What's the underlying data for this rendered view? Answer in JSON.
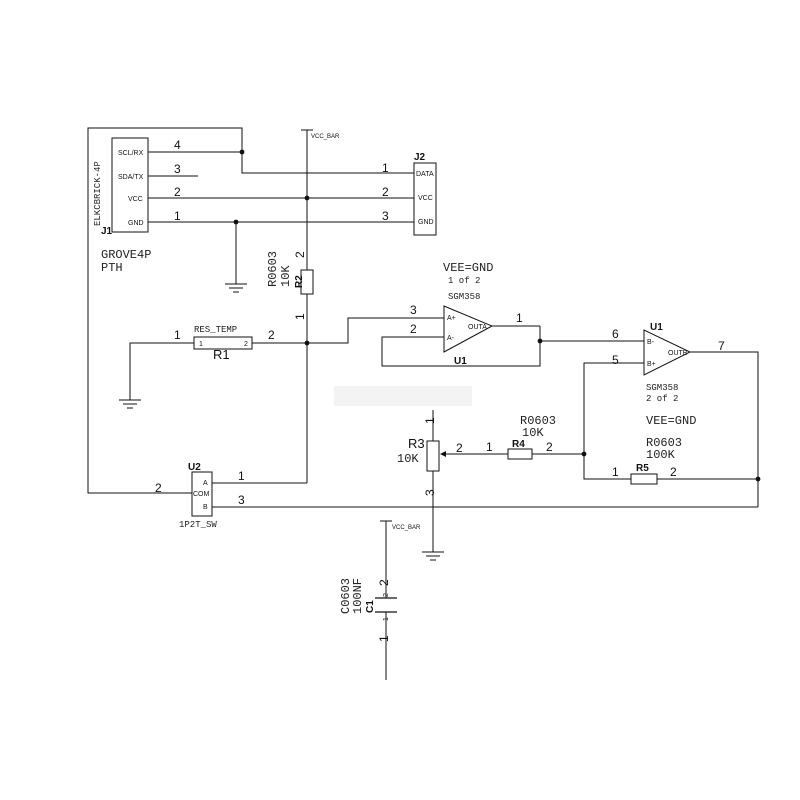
{
  "j1": {
    "ref": "J1",
    "side_label": "ELKCBRICK-4P",
    "value": "GROVE4P",
    "footprint": "PTH",
    "pins": [
      {
        "num": "4",
        "name": "SCL/RX"
      },
      {
        "num": "3",
        "name": "SDA/TX"
      },
      {
        "num": "2",
        "name": "VCC"
      },
      {
        "num": "1",
        "name": "GND"
      }
    ]
  },
  "j2": {
    "ref": "J2",
    "pins": [
      {
        "num": "1",
        "name": "DATA"
      },
      {
        "num": "2",
        "name": "VCC"
      },
      {
        "num": "3",
        "name": "GND"
      }
    ]
  },
  "vcc_net": "VCC_BAR",
  "r1": {
    "ref": "R1",
    "value": "RES_TEMP",
    "pin1": "1",
    "pin2": "2",
    "inner1": "1",
    "inner2": "2"
  },
  "r2": {
    "ref": "R2",
    "package": "R0603",
    "value": "10K",
    "pin1": "1",
    "pin2": "2"
  },
  "r3": {
    "ref": "R3",
    "value": "10K",
    "pin1": "1",
    "pin2": "2",
    "pin3": "3"
  },
  "r4": {
    "ref": "R4",
    "package": "R0603",
    "value": "10K",
    "pin1": "1",
    "pin2": "2"
  },
  "r5": {
    "ref": "R5",
    "package": "R0603",
    "value": "100K",
    "pin1": "1",
    "pin2": "2"
  },
  "c1": {
    "ref": "C1",
    "package": "C0603",
    "value": "100NF",
    "pin1": "1",
    "pin2": "2"
  },
  "u1a": {
    "ref": "U1",
    "supply": "VEE=GND",
    "part_of": "1 of 2",
    "part": "SGM358",
    "pin_plus": "3",
    "pin_minus": "2",
    "pin_out": "1",
    "lbl_plus": "A+",
    "lbl_minus": "A-",
    "lbl_out": "OUTA"
  },
  "u1b": {
    "ref": "U1",
    "supply": "VEE=GND",
    "part_of": "2 of 2",
    "part": "SGM358",
    "pin_minus": "6",
    "pin_plus": "5",
    "pin_out": "7",
    "lbl_minus": "B-",
    "lbl_plus": "B+",
    "lbl_out": "OUTB"
  },
  "u2": {
    "ref": "U2",
    "footprint": "1P2T_SW",
    "pins": [
      {
        "num": "1",
        "name": "A"
      },
      {
        "num": "2",
        "name": "COM"
      },
      {
        "num": "3",
        "name": "B"
      }
    ]
  }
}
